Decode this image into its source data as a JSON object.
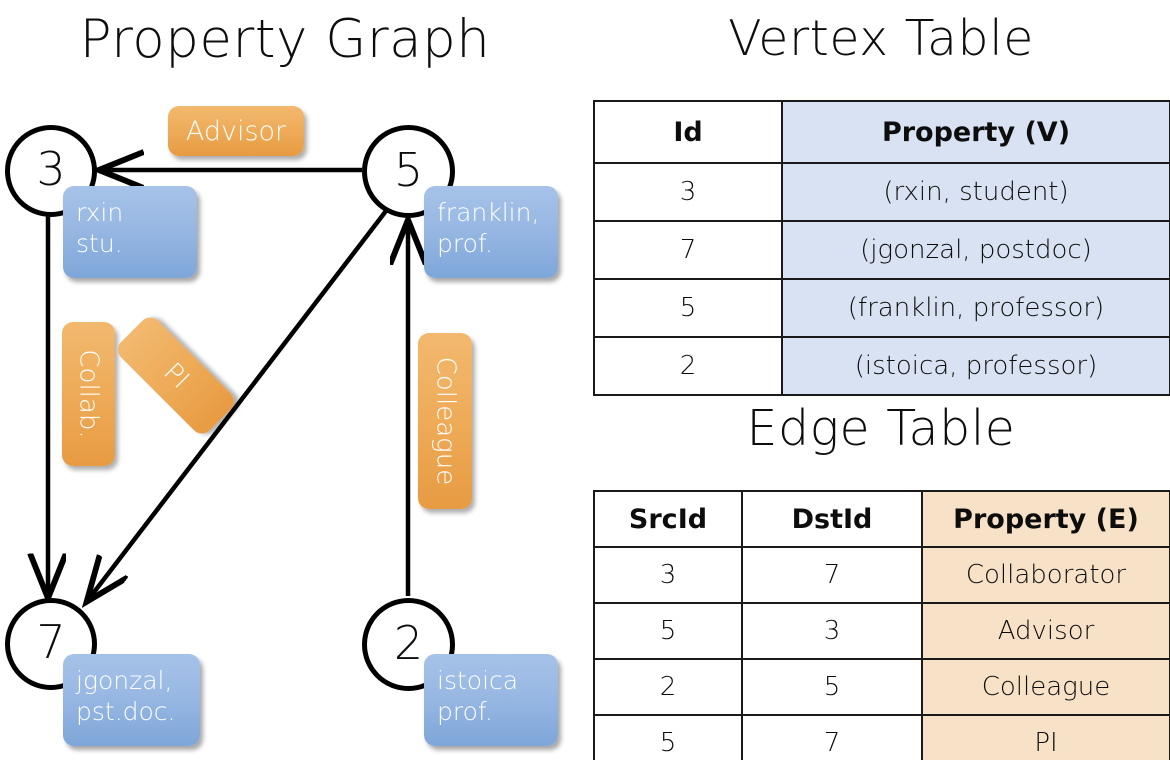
{
  "titles": {
    "property_graph": "Property Graph",
    "vertex_table": "Vertex Table",
    "edge_table": "Edge Table"
  },
  "graph": {
    "nodes": [
      {
        "id": "3",
        "property_lines": [
          "rxin",
          "stu."
        ]
      },
      {
        "id": "5",
        "property_lines": [
          "franklin,",
          "prof."
        ]
      },
      {
        "id": "7",
        "property_lines": [
          "jgonzal,",
          "pst.doc."
        ]
      },
      {
        "id": "2",
        "property_lines": [
          "istoica",
          "prof."
        ]
      }
    ],
    "edge_labels": [
      {
        "name": "advisor",
        "text": "Advisor"
      },
      {
        "name": "collab",
        "text": "Collab."
      },
      {
        "name": "pi",
        "text": "PI"
      },
      {
        "name": "colleague",
        "text": "Colleague"
      }
    ]
  },
  "vertex_table": {
    "headers": [
      "Id",
      "Property (V)"
    ],
    "rows": [
      {
        "id": "3",
        "property": "(rxin, student)"
      },
      {
        "id": "7",
        "property": "(jgonzal, postdoc)"
      },
      {
        "id": "5",
        "property": "(franklin, professor)"
      },
      {
        "id": "2",
        "property": "(istoica, professor)"
      }
    ]
  },
  "edge_table": {
    "headers": [
      "SrcId",
      "DstId",
      "Property (E)"
    ],
    "rows": [
      {
        "src": "3",
        "dst": "7",
        "property": "Collaborator"
      },
      {
        "src": "5",
        "dst": "3",
        "property": "Advisor"
      },
      {
        "src": "2",
        "dst": "5",
        "property": "Colleague"
      },
      {
        "src": "5",
        "dst": "7",
        "property": "PI"
      }
    ]
  },
  "colors": {
    "vertex_cell": "#d8e2f2",
    "edge_cell": "#f7e1c7",
    "node_box_blue": "#98b8e3",
    "edge_label_orange": "#eeab58",
    "stroke": "#000000"
  }
}
